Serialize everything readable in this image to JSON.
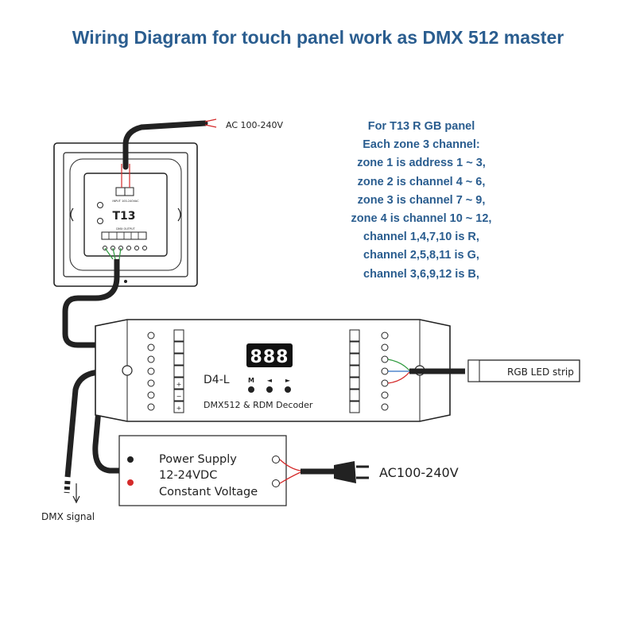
{
  "title": "Wiring Diagram for touch panel work as DMX 512 master",
  "notes": [
    "For T13 R GB panel",
    "Each zone 3 channel:",
    "zone 1 is address 1 ~ 3,",
    "zone 2 is channel 4 ~ 6,",
    "zone 3 is channel 7 ~ 9,",
    "zone 4 is channel 10 ~ 12,",
    "channel 1,4,7,10 is R,",
    "channel 2,5,8,11 is G,",
    "channel 3,6,9,12 is B,"
  ],
  "panel": {
    "label": "T13",
    "input_label": "INPUT  100-240VAC",
    "output_label": "DMX OUTPUT"
  },
  "ac_panel_label": "AC 100-240V",
  "decoder": {
    "model": "D4-L",
    "name": "DMX512 & RDM Decoder",
    "display": "888",
    "buttons": [
      "M",
      "◄",
      "►"
    ]
  },
  "led_strip_label": "RGB LED strip",
  "power_supply": {
    "lines": [
      "Power Supply",
      "12-24VDC",
      "Constant Voltage"
    ]
  },
  "ac_supply_label": "AC100-240V",
  "dmx_signal_label": "DMX signal",
  "colors": {
    "title": "#2a5d8f",
    "wire_red": "#d42a2a",
    "wire_green": "#2e9a3e",
    "wire_blue": "#2f6fc4",
    "line": "#222222"
  }
}
